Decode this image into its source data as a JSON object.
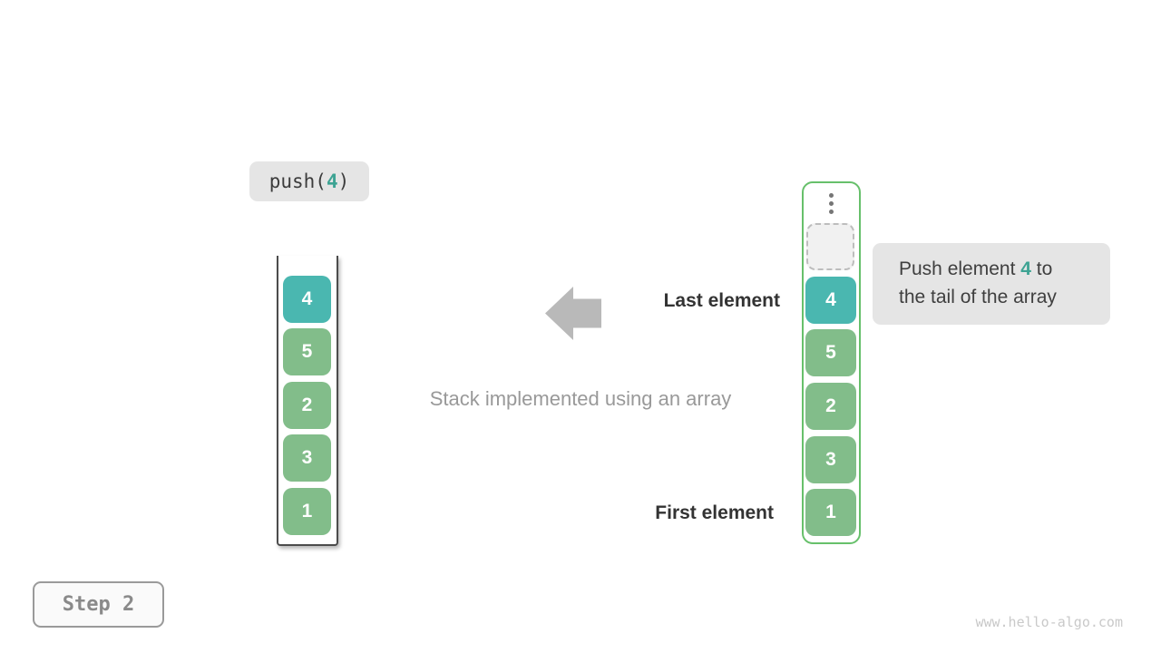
{
  "operation": {
    "prefix": "push(",
    "value": "4",
    "suffix": ")"
  },
  "left_stack": {
    "items": [
      "4",
      "5",
      "2",
      "3",
      "1"
    ],
    "highlighted_value": "4"
  },
  "right_array": {
    "items": [
      "4",
      "5",
      "2",
      "3",
      "1"
    ],
    "highlighted_value": "4"
  },
  "labels": {
    "last_element": "Last element",
    "first_element": "First element",
    "caption": "Stack implemented using an array"
  },
  "tooltip": {
    "line1_before": "Push element ",
    "value": "4",
    "line1_after": " to",
    "line2": "the tail of the array"
  },
  "step_label": "Step 2",
  "watermark": "www.hello-algo.com",
  "colors": {
    "teal": "#4ab7b0",
    "teal_text": "#3da393",
    "green": "#82bd8a",
    "array_border_green": "#67c06b",
    "badge_bg": "#e5e5e5",
    "arrow_gray": "#b9b9b9"
  }
}
